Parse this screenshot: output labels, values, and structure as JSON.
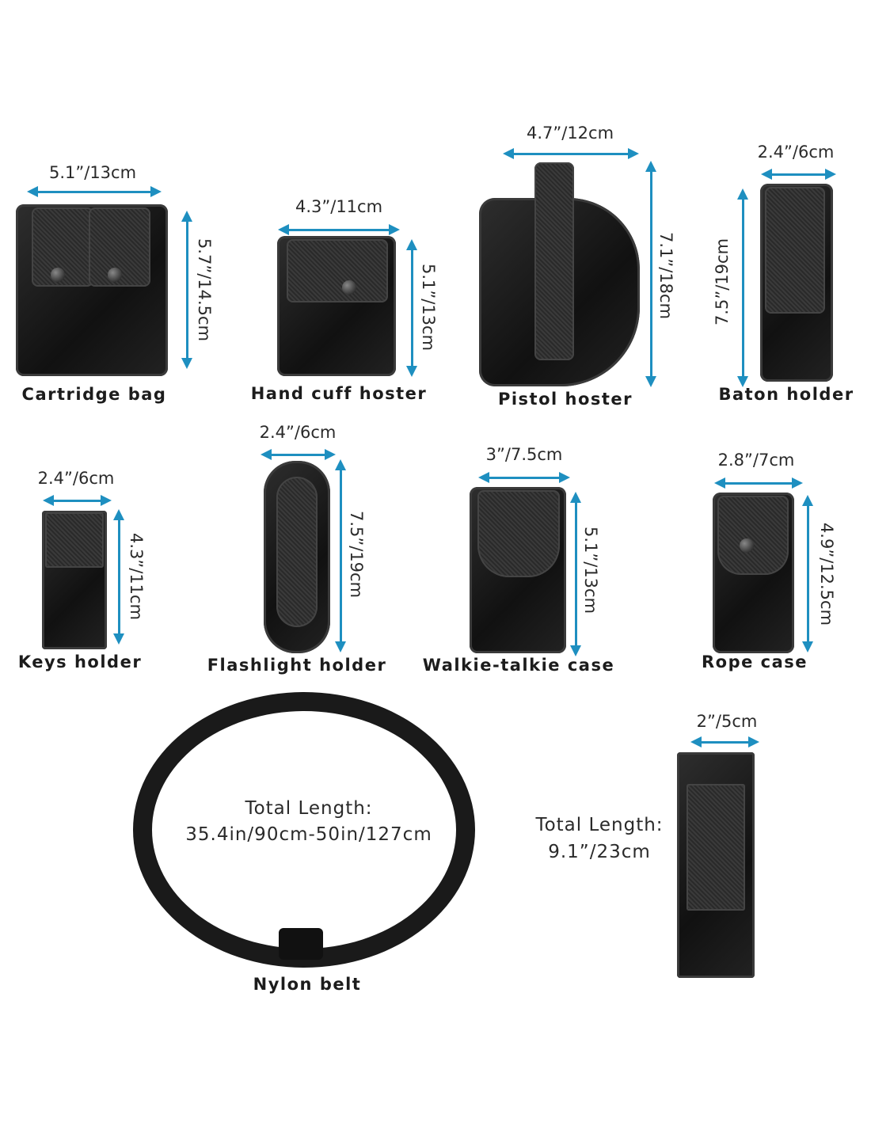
{
  "accent_color": "#1e8fc0",
  "items": [
    {
      "name": "Cartridge bag",
      "width": "5.1”/13cm",
      "height": "5.7”/14.5cm"
    },
    {
      "name": "Hand cuff hoster",
      "width": "4.3”/11cm",
      "height": "5.1”/13cm"
    },
    {
      "name": "Pistol hoster",
      "width": "4.7”/12cm",
      "height": "7.1”/18cm"
    },
    {
      "name": "Baton holder",
      "width": "2.4”/6cm",
      "height": "7.5”/19cm"
    },
    {
      "name": "Keys holder",
      "width": "2.4”/6cm",
      "height": "4.3”/11cm"
    },
    {
      "name": "Flashlight holder",
      "width": "2.4”/6cm",
      "height": "7.5”/19cm"
    },
    {
      "name": "Walkie-talkie case",
      "width": "3”/7.5cm",
      "height": "5.1”/13cm"
    },
    {
      "name": "Rope case",
      "width": "2.8”/7cm",
      "height": "4.9”/12.5cm"
    }
  ],
  "belt": {
    "name": "Nylon belt",
    "length_label": "Total Length:",
    "length": "35.4in/90cm-50in/127cm"
  },
  "strap": {
    "width": "2”/5cm",
    "length_label": "Total Length:",
    "length": "9.1”/23cm"
  }
}
